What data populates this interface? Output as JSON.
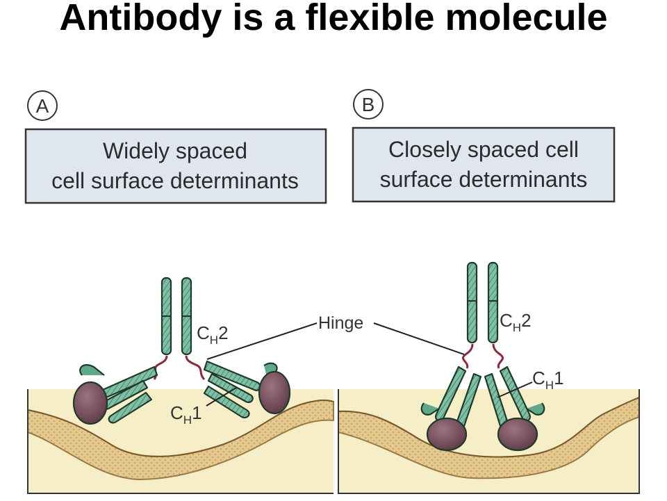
{
  "title": "Antibody is a flexible molecule",
  "colors": {
    "heavy_chain": "#5fa88a",
    "light_chain": "#5fa88a",
    "chain_outline": "#1f3a2c",
    "hinge": "#8a2a3a",
    "antigen": "#7a5560",
    "membrane": "#e2c79a",
    "cell_body": "#f6eec6",
    "box_fill": "#dfe6ef"
  },
  "panel_a": {
    "letter": "A",
    "caption_line1": "Widely spaced",
    "caption_line2": "cell surface determinants",
    "ch2_label": "C",
    "ch2_sub": "H",
    "ch2_num": "2",
    "ch1_label": "C",
    "ch1_sub": "H",
    "ch1_num": "1"
  },
  "panel_b": {
    "letter": "B",
    "caption_line1": "Closely spaced cell",
    "caption_line2": "surface determinants",
    "ch2_label": "C",
    "ch2_sub": "H",
    "ch2_num": "2",
    "ch1_label": "C",
    "ch1_sub": "H",
    "ch1_num": "1"
  },
  "hinge_label": "Hinge"
}
